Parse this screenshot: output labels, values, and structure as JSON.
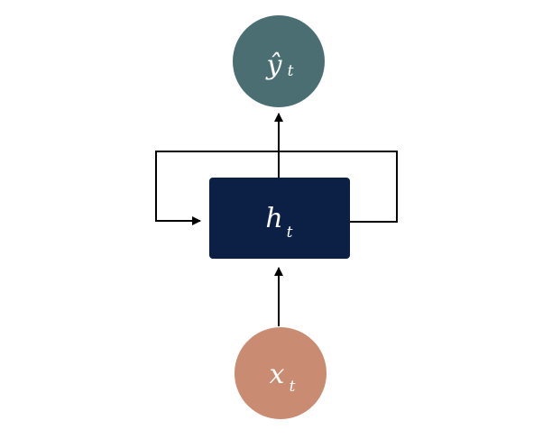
{
  "nodes": {
    "output": {
      "symbol": "ŷ",
      "subscript": "t",
      "color": "#4b6e72"
    },
    "hidden": {
      "symbol": "h",
      "subscript": "t",
      "color": "#0c1f44"
    },
    "input": {
      "symbol": "x",
      "subscript": "t",
      "color": "#c98b72"
    }
  },
  "edge_color": "#000000"
}
